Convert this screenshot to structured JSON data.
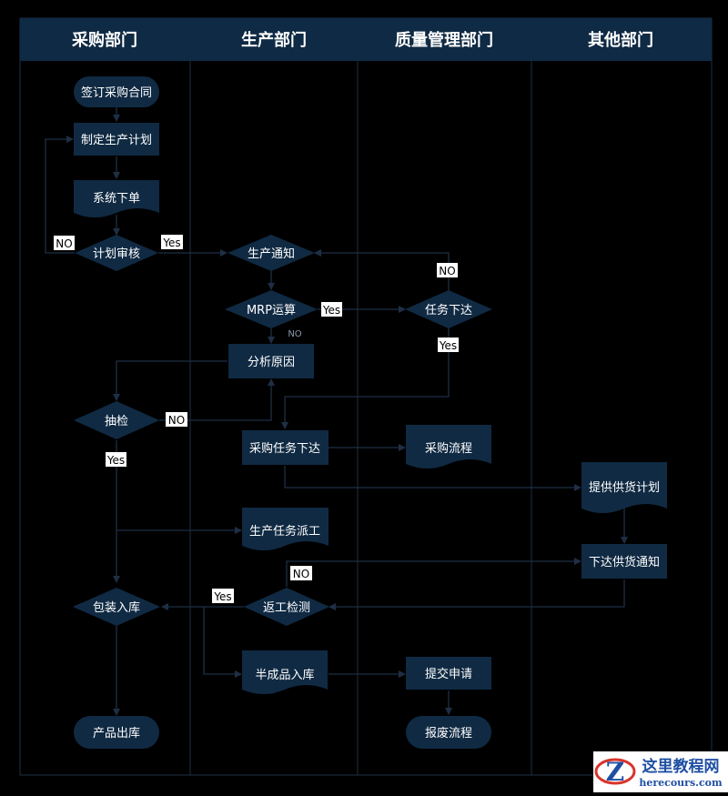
{
  "lanes": [
    "采购部门",
    "生产部门",
    "质量管理部门",
    "其他部门"
  ],
  "nodes": {
    "sign_contract": "签订采购合同",
    "make_plan": "制定生产计划",
    "system_order": "系统下单",
    "plan_review": "计划审核",
    "production_notice": "生产通知",
    "mrp": "MRP运算",
    "task_dispatch": "任务下达",
    "analyze_cause": "分析原因",
    "sampling": "抽检",
    "purchase_task": "采购任务下达",
    "purchase_flow": "采购流程",
    "supply_plan": "提供供货计划",
    "production_task": "生产任务派工",
    "supply_notice": "下达供货通知",
    "packing": "包装入库",
    "rework_check": "返工检测",
    "semi_storage": "半成品入库",
    "submit_request": "提交申请",
    "product_out": "产品出库",
    "scrap_flow": "报废流程"
  },
  "edge_labels": {
    "review_no": "NO",
    "review_yes": "Yes",
    "dispatch_no": "NO",
    "mrp_yes": "Yes",
    "mrp_no": "NO",
    "dispatch_yes": "Yes",
    "sampling_no": "NO",
    "sampling_yes": "Yes",
    "rework_no": "NO",
    "rework_yes": "Yes"
  },
  "logo": {
    "title": "这里教程网",
    "url": "herecours.com",
    "mark": "Z"
  },
  "colors": {
    "header": "#0f2a44",
    "node": "#102a43",
    "edge": "#1e2f45",
    "background": "#000000"
  }
}
